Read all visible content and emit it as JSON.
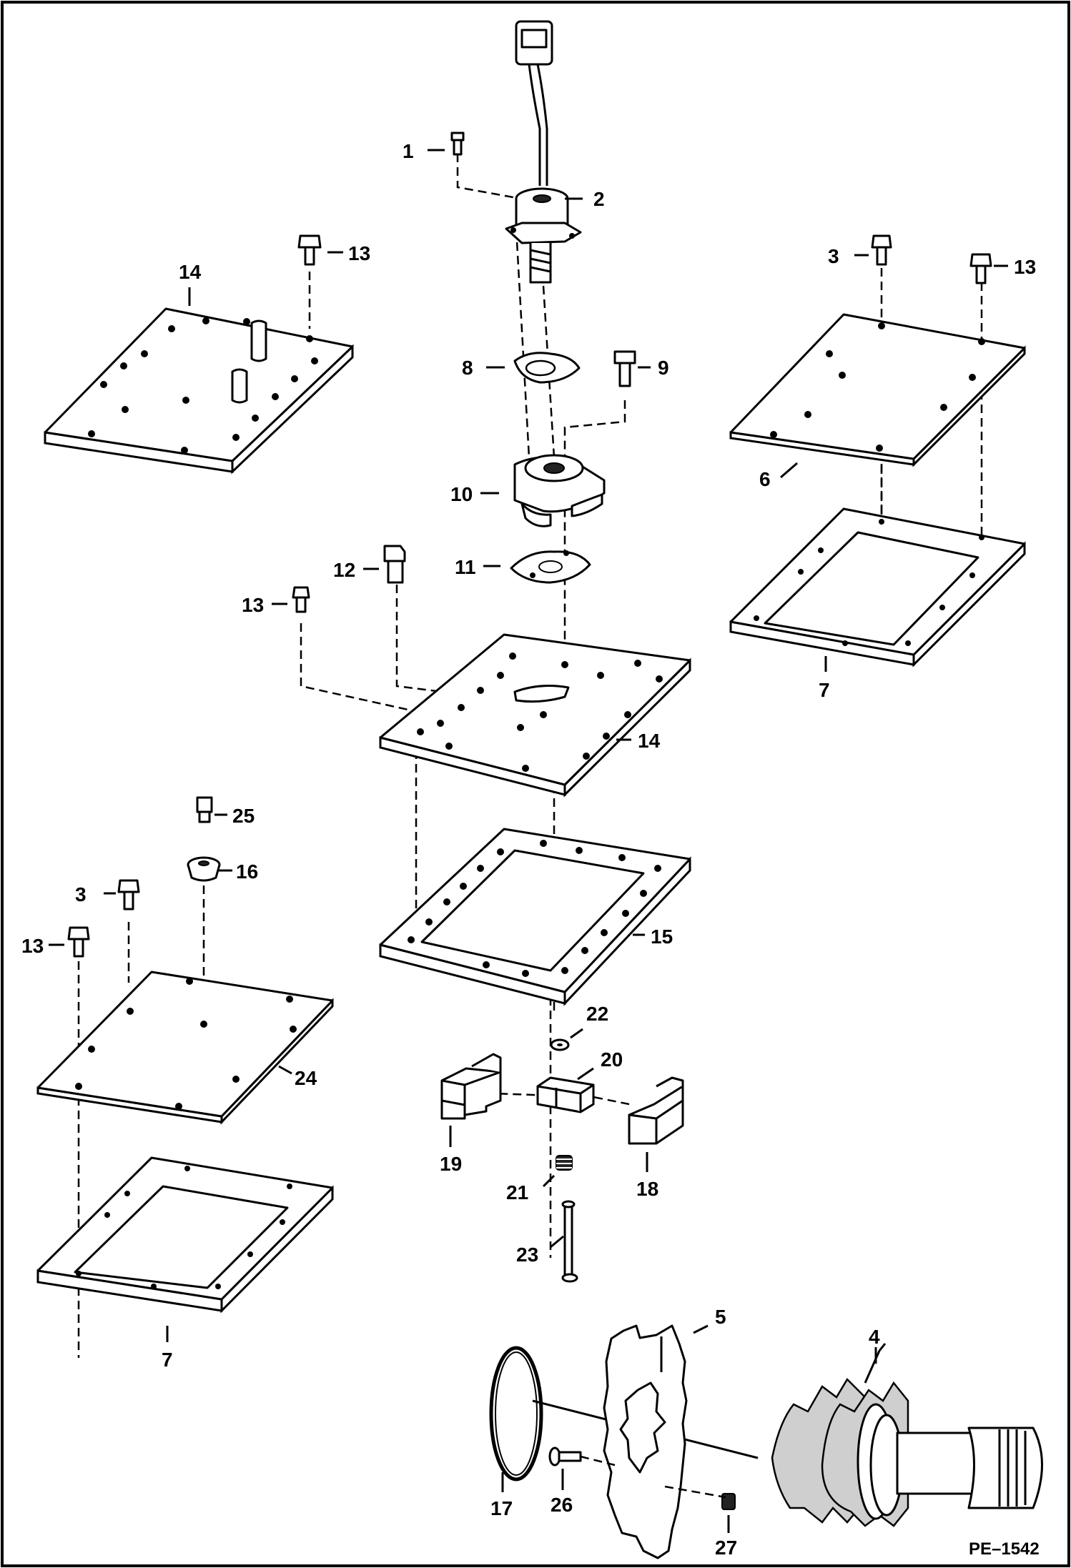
{
  "diagram": {
    "reference": "PE–1542",
    "callouts": {
      "c1": "1",
      "c2": "2",
      "c3a": "3",
      "c3b": "3",
      "c4": "4",
      "c5": "5",
      "c6": "6",
      "c7a": "7",
      "c7b": "7",
      "c8": "8",
      "c9": "9",
      "c10": "10",
      "c11": "11",
      "c12": "12",
      "c13a": "13",
      "c13b": "13",
      "c13c": "13",
      "c13d": "13",
      "c14a": "14",
      "c14b": "14",
      "c15": "15",
      "c16": "16",
      "c17": "17",
      "c18": "18",
      "c19": "19",
      "c20": "20",
      "c21": "21",
      "c22": "22",
      "c23": "23",
      "c24": "24",
      "c25": "25",
      "c26": "26",
      "c27": "27"
    }
  }
}
